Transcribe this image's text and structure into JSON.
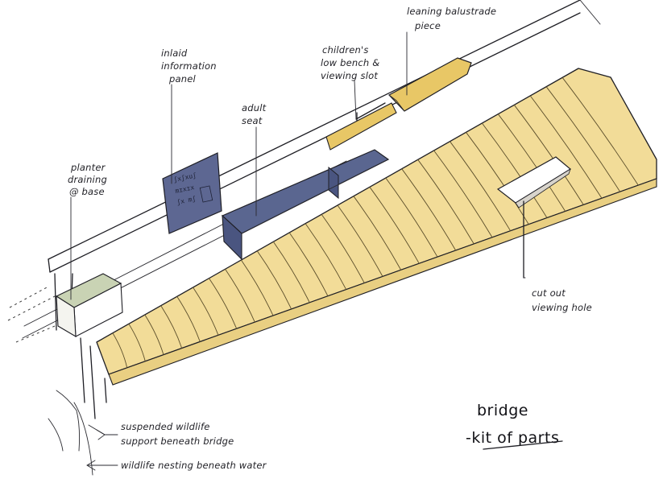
{
  "title": {
    "line1": "bridge",
    "line2": "-kit of parts"
  },
  "annotations": {
    "leaning_balustrade": [
      "leaning balustrade",
      "piece"
    ],
    "childrens_bench": [
      "children's",
      "low bench &",
      "viewing slot"
    ],
    "info_panel": [
      "inlaid",
      "information",
      "panel"
    ],
    "adult_seat": [
      "adult",
      "seat"
    ],
    "planter": [
      "planter",
      "draining",
      "@ base"
    ],
    "viewing_hole": [
      "cut out",
      "viewing hole"
    ],
    "wildlife_support": [
      "suspended wildlife",
      "support beneath bridge"
    ],
    "wildlife_nesting": [
      "wildlife nesting beneath water"
    ]
  },
  "colors": {
    "deck": "#f2dc98",
    "deck_light": "#f7e8b8",
    "seat": "#5a6690",
    "panel": "#5d6792",
    "balustrade": "#e8c766",
    "planter_fill": "#c9d3b4",
    "ink": "#1e1e24"
  }
}
